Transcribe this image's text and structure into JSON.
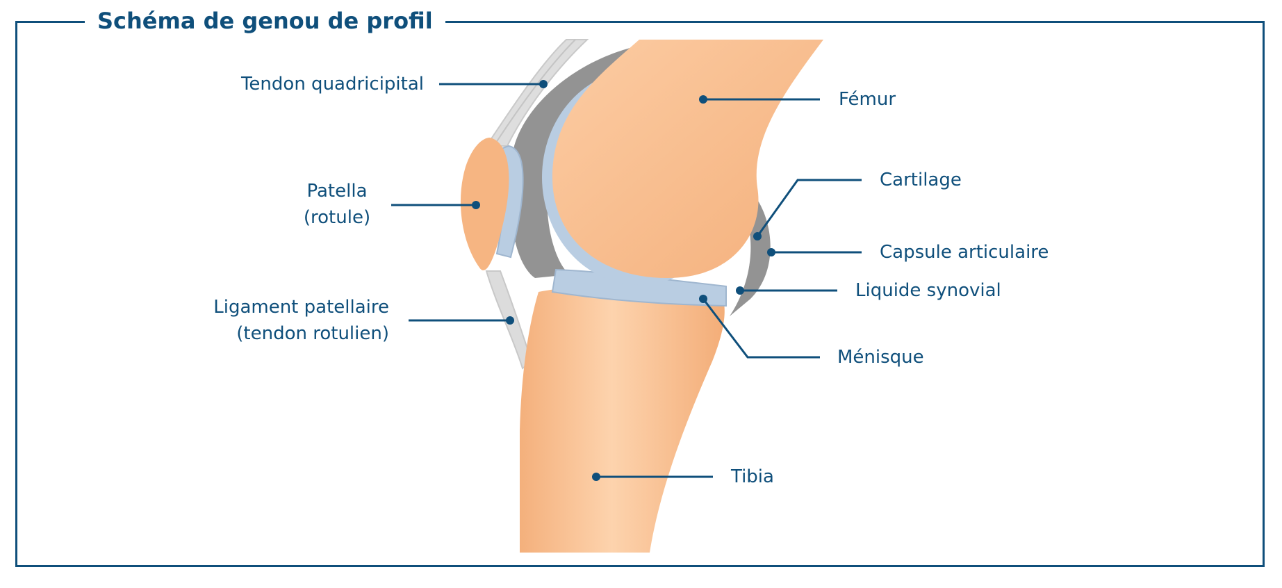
{
  "title": "Schéma de genou de profil",
  "colors": {
    "frame": "#0f4f7b",
    "label": "#0f4f7b",
    "bone": "#f7bc8c",
    "bone_light": "#fdd5b0",
    "cartilage": "#b9cde2",
    "capsule": "#939393",
    "tendon": "#dcdcdc"
  },
  "labels": {
    "quadriceps_tendon": "Tendon quadricipital",
    "patella_line1": "Patella",
    "patella_line2": "(rotule)",
    "patellar_ligament_line1": "Ligament patellaire",
    "patellar_ligament_line2": "(tendon rotulien)",
    "femur": "Fémur",
    "cartilage": "Cartilage",
    "joint_capsule": "Capsule articulaire",
    "synovial_fluid": "Liquide synovial",
    "meniscus": "Ménisque",
    "tibia": "Tibia"
  }
}
